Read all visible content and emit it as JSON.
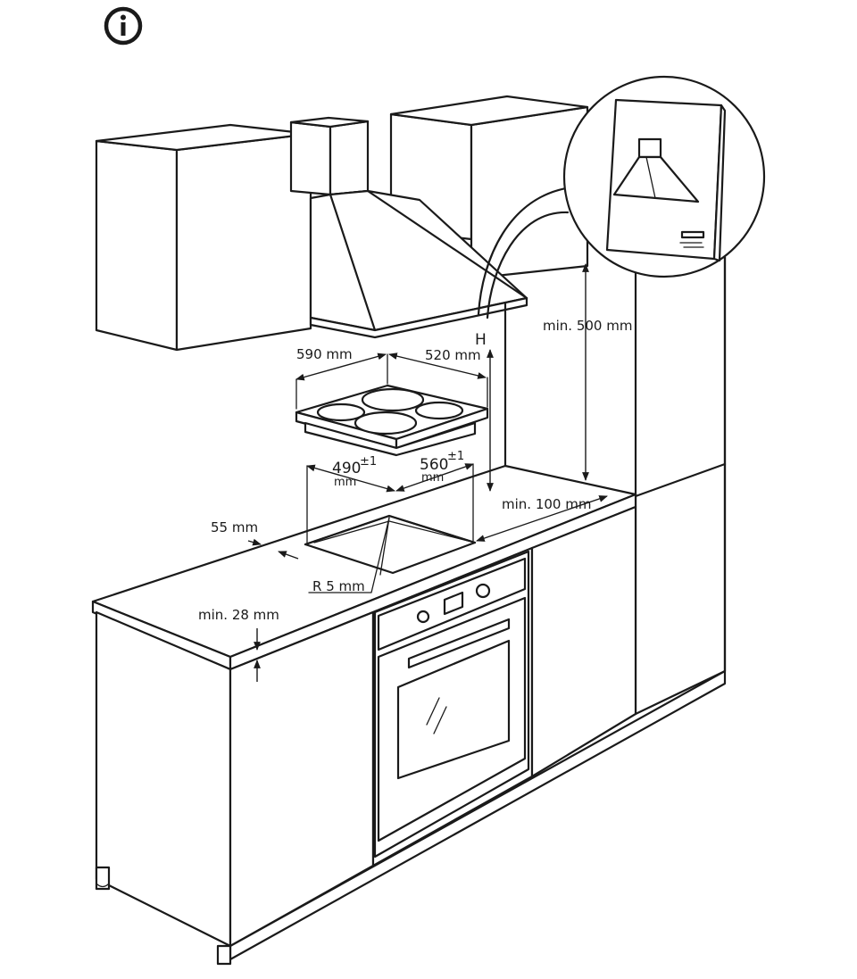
{
  "icons": {
    "info": "info-icon",
    "manual": "hood-manual-icon"
  },
  "labels": {
    "hob_width": "590 mm",
    "hob_depth": "520 mm",
    "hood_height": "H",
    "hood_min_clearance": "min. 500 mm",
    "cutout_width_value": "490",
    "cutout_width_tol": "±1",
    "cutout_width_unit": "mm",
    "cutout_depth_value": "560",
    "cutout_depth_tol": "±1",
    "cutout_depth_unit": "mm",
    "rear_min_distance": "min. 100 mm",
    "front_distance": "55 mm",
    "corner_radius": "R 5 mm",
    "worktop_min_thickness": "min. 28 mm"
  }
}
